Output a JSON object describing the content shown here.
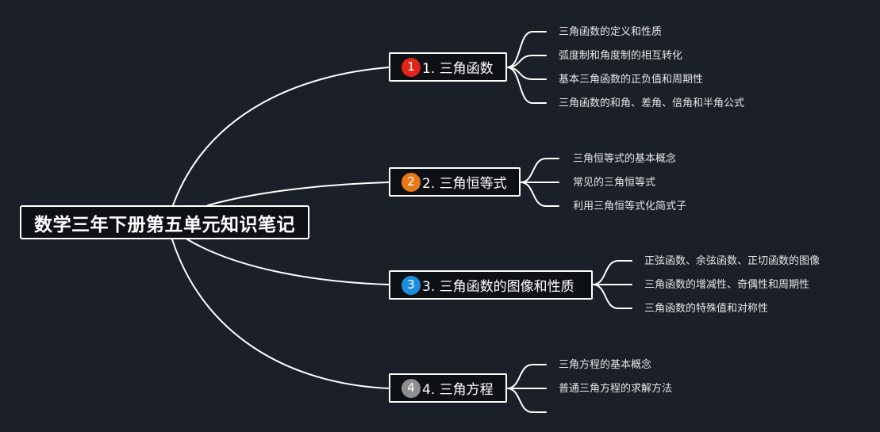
{
  "root": {
    "title": "数学三年下册第五单元知识笔记"
  },
  "branches": [
    {
      "number": "1",
      "badge_color": "#e0241a",
      "label": "1. 三角函数",
      "leaves": [
        "三角函数的定义和性质",
        "弧度制和角度制的相互转化",
        "基本三角函数的正负值和周期性",
        "三角函数的和角、差角、倍角和半角公式"
      ]
    },
    {
      "number": "2",
      "badge_color": "#e8781c",
      "label": "2. 三角恒等式",
      "leaves": [
        "三角恒等式的基本概念",
        "常见的三角恒等式",
        "利用三角恒等式化简式子"
      ]
    },
    {
      "number": "3",
      "badge_color": "#1c8fdc",
      "label": "3. 三角函数的图像和性质",
      "leaves": [
        "正弦函数、余弦函数、正切函数的图像",
        "三角函数的增减性、奇偶性和周期性",
        "三角函数的特殊值和对称性"
      ]
    },
    {
      "number": "4",
      "badge_color": "#8e8e8e",
      "label": "4. 三角方程",
      "leaves": [
        "三角方程的基本概念",
        "普通三角方程的求解方法",
        ""
      ]
    }
  ],
  "colors": {
    "background": "#1b2028",
    "node_fill": "#0d1015",
    "line": "#ffffff",
    "text": "#ffffff"
  }
}
